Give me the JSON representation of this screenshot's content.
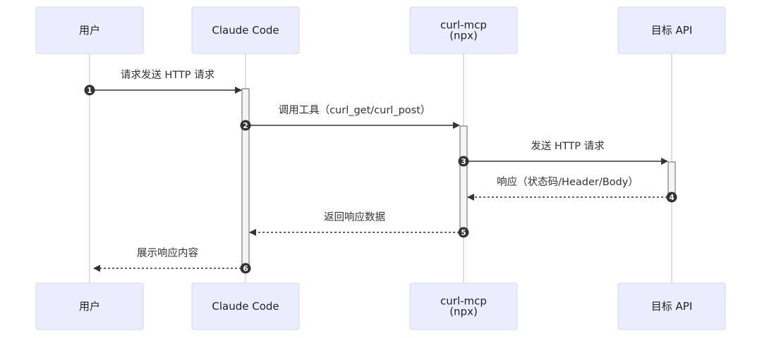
{
  "participants": [
    {
      "id": "user",
      "label_lines": [
        "用户"
      ]
    },
    {
      "id": "claude",
      "label_lines": [
        "Claude Code"
      ]
    },
    {
      "id": "curl",
      "label_lines": [
        "curl-mcp",
        "(npx)"
      ]
    },
    {
      "id": "api",
      "label_lines": [
        "目标 API"
      ]
    }
  ],
  "messages": [
    {
      "number": "1",
      "from": "user",
      "to": "claude",
      "text": "请求发送 HTTP 请求",
      "style": "solid"
    },
    {
      "number": "2",
      "from": "claude",
      "to": "curl",
      "text": "调用工具（curl_get/curl_post）",
      "style": "solid"
    },
    {
      "number": "3",
      "from": "curl",
      "to": "api",
      "text": "发送 HTTP 请求",
      "style": "solid"
    },
    {
      "number": "4",
      "from": "api",
      "to": "curl",
      "text": "响应（状态码/Header/Body）",
      "style": "dashed"
    },
    {
      "number": "5",
      "from": "curl",
      "to": "claude",
      "text": "返回响应数据",
      "style": "dashed"
    },
    {
      "number": "6",
      "from": "claude",
      "to": "user",
      "text": "展示响应内容",
      "style": "dashed"
    }
  ],
  "colors": {
    "actor_fill": "#ECECFF",
    "actor_border": "#D6D6F0",
    "lifeline": "#D4D4EE",
    "line": "#333333",
    "activation_fill": "#F4F4F4"
  }
}
